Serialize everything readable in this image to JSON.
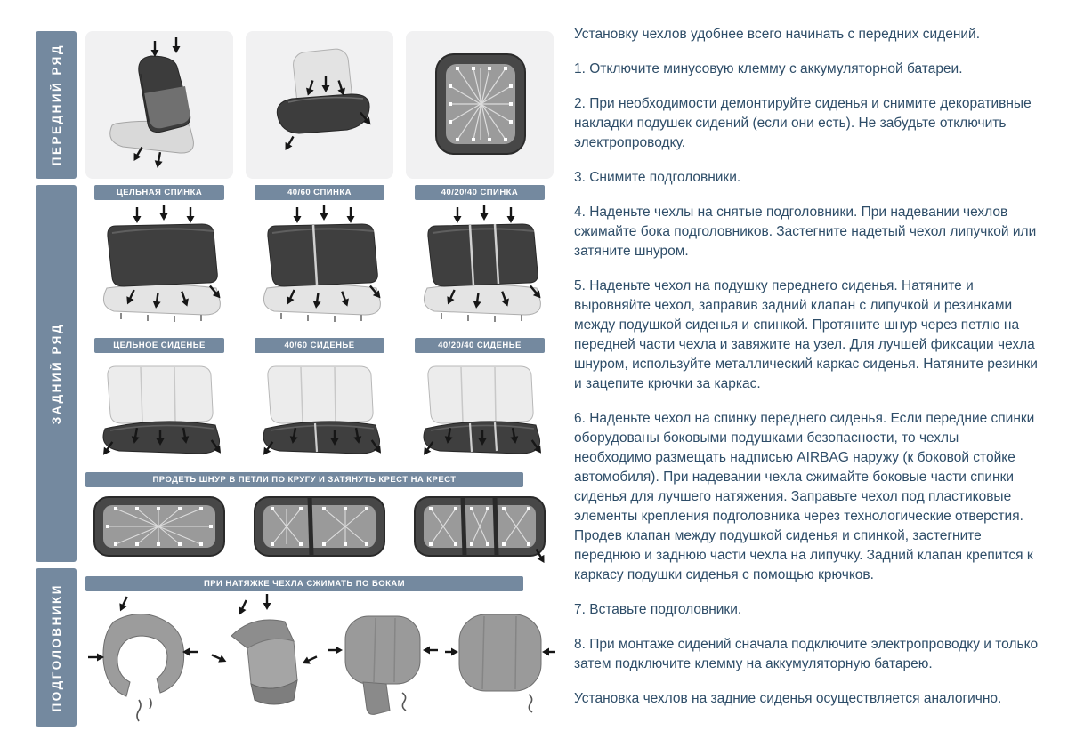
{
  "colors": {
    "accent_blue": "#74899f",
    "text_blue": "#2e4d68",
    "panel_gray": "#f1f1f2",
    "seat_dark": "#3f3f3f",
    "seat_light": "#e0e0e0"
  },
  "sections": {
    "front_row": {
      "label": "ПЕРЕДНИЙ РЯД"
    },
    "back_row": {
      "label": "ЗАДНИЙ РЯД",
      "backrest_banners": [
        "ЦЕЛЬНАЯ СПИНКА",
        "40/60 СПИНКА",
        "40/20/40 СПИНКА"
      ],
      "cushion_banners": [
        "ЦЕЛЬНОЕ СИДЕНЬЕ",
        "40/60 СИДЕНЬЕ",
        "40/20/40 СИДЕНЬЕ"
      ],
      "lacing_banner": "ПРОДЕТЬ ШНУР В ПЕТЛИ ПО КРУГУ И ЗАТЯНУТЬ КРЕСТ НА КРЕСТ"
    },
    "headrests": {
      "label": "ПОДГОЛОВНИКИ",
      "banner": "ПРИ НАТЯЖКЕ ЧЕХЛА СЖИМАТЬ ПО БОКАМ"
    }
  },
  "instructions": {
    "intro": "Установку чехлов удобнее всего начинать с передних сидений.",
    "steps": [
      "1. Отключите минусовую клемму с аккумуляторной батареи.",
      "2. При необходимости демонтируйте сиденья и снимите декоративные накладки подушек сидений (если они есть). Не забудьте отключить электропроводку.",
      "3. Снимите подголовники.",
      "4. Наденьте чехлы на снятые подголовники. При надевании чехлов сжимайте бока подголовников. Застегните надетый чехол липучкой или затяните шнуром.",
      "5. Наденьте чехол на подушку переднего сиденья. Натяните и выровняйте чехол, заправив задний клапан с липучкой и резинками между подушкой сиденья и спинкой. Протяните шнур через петлю на передней части чехла и завяжите на узел. Для лучшей фиксации чехла шнуром, используйте металлический каркас сиденья. Натяните резинки и зацепите крючки за каркас.",
      "6. Наденьте чехол на спинку переднего сиденья. Если передние спинки оборудованы боковыми подушками безопасности, то чехлы необходимо размещать надписью AIRBAG наружу (к боковой стойке автомобиля). При надевании чехла сжимайте боковые части спинки сиденья для лучшего натяжения. Заправьте чехол под пластиковые элементы крепления подголовника через технологические отверстия. Продев клапан между подушкой сиденья и спинкой, застегните переднюю и заднюю части чехла на липучку. Задний клапан крепится к каркасу подушки сиденья с помощью крючков.",
      "7. Вставьте подголовники.",
      "8. При монтаже сидений сначала подключите электропроводку и только затем подключите клемму на аккумуляторную батарею."
    ],
    "outro": "Установка чехлов на задние сиденья осуществляется аналогично."
  }
}
